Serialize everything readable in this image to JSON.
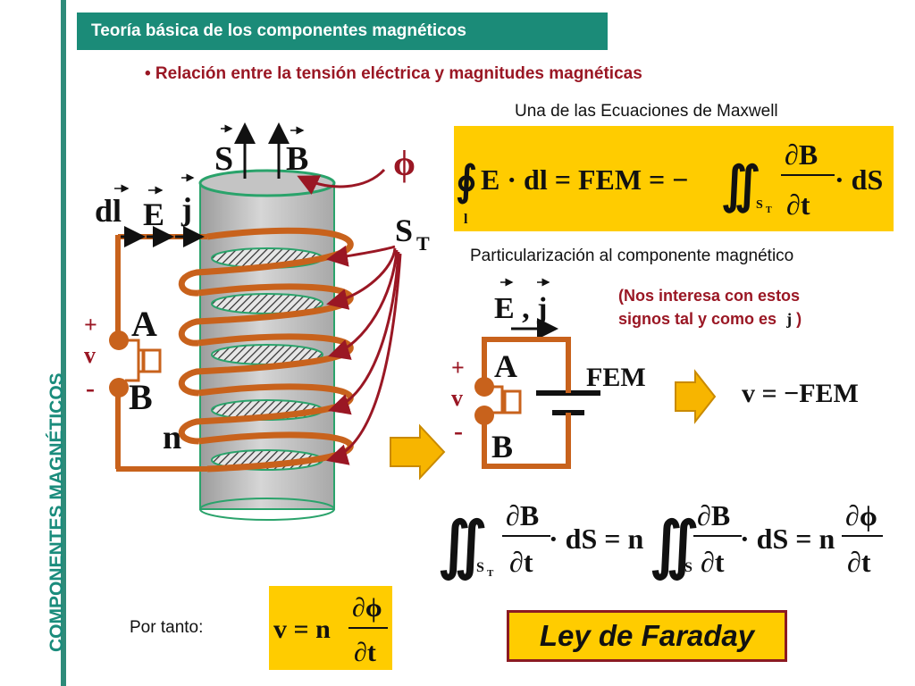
{
  "side_title": "COMPONENTES MAGNÉTICOS",
  "header": "Teoría básica de los componentes magnéticos",
  "subtitle": "• Relación entre la tensión eléctrica y magnitudes magnéticas",
  "maxwell_caption": "Una de las Ecuaciones de Maxwell",
  "particular_caption": "Particularización al componente magnético",
  "interest_note": {
    "line1": "(Nos interesa con estos",
    "line2": "signos tal y como es",
    "symbol": "j",
    "close": ")"
  },
  "por_tanto": "Por tanto:",
  "ley_label": "Ley de Faraday",
  "diagram": {
    "S": "S",
    "B": "B",
    "phi": "ϕ",
    "dl": "dl",
    "E": "E",
    "j": "j",
    "ST": "S",
    "ST_sub": "T",
    "A": "A",
    "Bnode": "B",
    "n": "n",
    "plus": "+",
    "v": "v",
    "minus": "-"
  },
  "circuit": {
    "Ej": "E , j",
    "A": "A",
    "B": "B",
    "FEM": "FEM",
    "plus": "+",
    "v": "v",
    "minus": "-"
  },
  "equations": {
    "maxwell": {
      "lhs": "E · dl = FEM = −",
      "sub_l": "l",
      "sub_ST": "S",
      "sub_T": "T",
      "num": "∂B",
      "den": "∂t",
      "rhs": "· dS"
    },
    "vfem": "v = −FEM",
    "flux": {
      "num1": "∂B",
      "den1": "∂t",
      "mid1": "· dS = n",
      "num2": "∂B",
      "den2": "∂t",
      "mid2": "· dS = n",
      "num3": "∂ϕ",
      "den3": "∂t",
      "sub_S": "S",
      "sub_ST": "S",
      "sub_T": "T"
    },
    "faraday": {
      "lhs": "v = n",
      "num": "∂ϕ",
      "den": "∂t"
    }
  },
  "colors": {
    "teal": "#1b8b78",
    "dark_red": "#9a1724",
    "yellow": "#ffcc00",
    "copper": "#c8621c",
    "orange_arrow": "#f7b500"
  }
}
